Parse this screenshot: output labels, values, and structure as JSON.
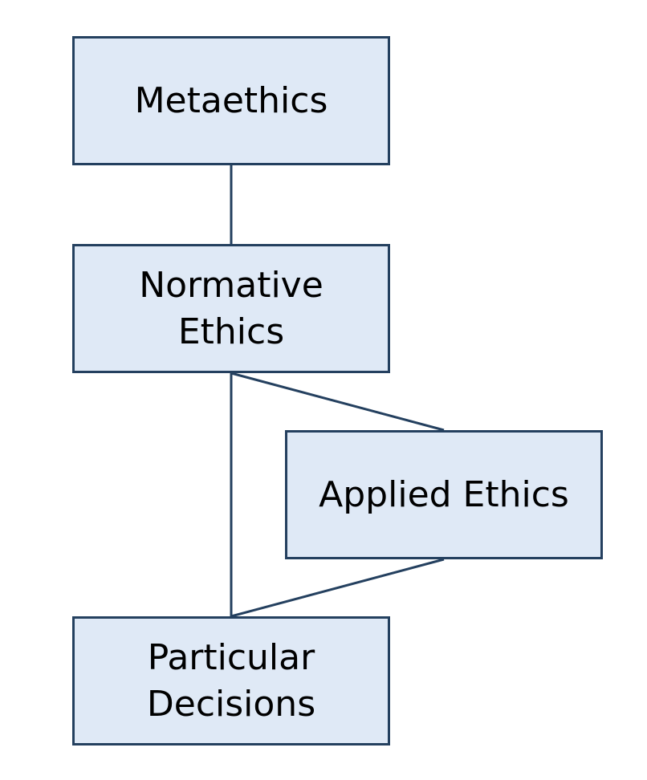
{
  "diagram": {
    "nodes": {
      "metaethics": {
        "lines": [
          "Metaethics"
        ]
      },
      "normative_ethics": {
        "lines": [
          "Normative",
          "Ethics"
        ]
      },
      "applied_ethics": {
        "lines": [
          "Applied Ethics"
        ]
      },
      "particular_decisions": {
        "lines": [
          "Particular",
          "Decisions"
        ]
      }
    },
    "edges": [
      {
        "from": "Metaethics",
        "to": "Normative Ethics"
      },
      {
        "from": "Normative Ethics",
        "to": "Particular Decisions"
      },
      {
        "from": "Normative Ethics",
        "to": "Applied Ethics"
      },
      {
        "from": "Applied Ethics",
        "to": "Particular Decisions"
      }
    ],
    "colors": {
      "box_fill": "#dfe9f6",
      "box_border": "#24405f",
      "connector": "#24405f",
      "text": "#000000"
    }
  }
}
